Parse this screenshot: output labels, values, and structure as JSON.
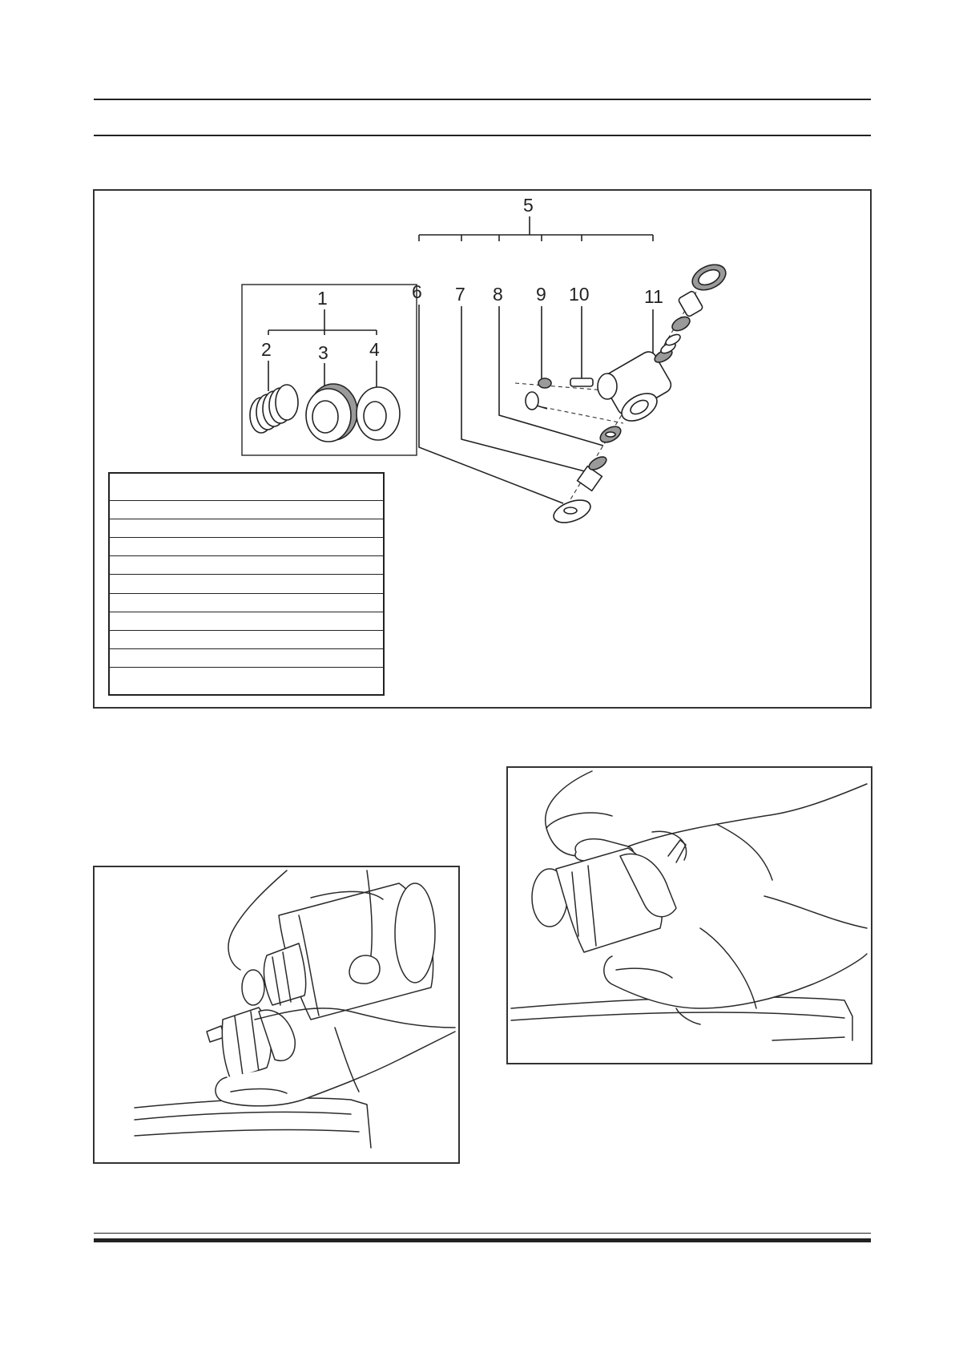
{
  "diagram": {
    "callouts": {
      "group_kit_small": "1",
      "spring": "2",
      "piston_seal": "3",
      "seal_ring": "4",
      "group_assembly": "5",
      "item6": "6",
      "item7": "7",
      "item8": "8",
      "item9": "9",
      "item10": "10",
      "item11": "11"
    }
  },
  "legend_table": {
    "rows": [
      "",
      "",
      "",
      "",
      "",
      "",
      "",
      "",
      "",
      "",
      ""
    ]
  },
  "illustrations": {
    "left": "hands-pouring-fluid-illustration",
    "right": "hands-holding-cylinder-illustration"
  }
}
